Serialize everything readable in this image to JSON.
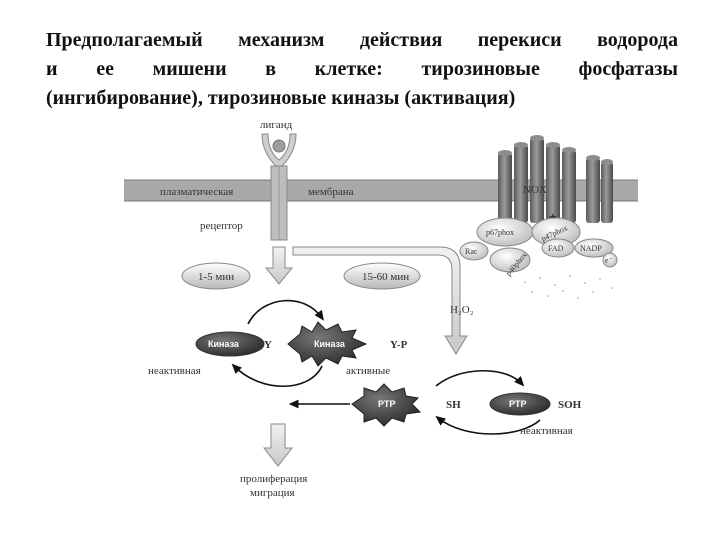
{
  "title": {
    "line1": "Предполагаемый механизм действия перекиси водорода",
    "line2": "и ее мишени в клетке: тирозиновые фосфатазы",
    "line3": "(ингибирование), тирозиновые киназы (активация)"
  },
  "diagram": {
    "ligand": "лиганд",
    "membrane_left": "плазматическая",
    "membrane_right": "мембрана",
    "receptor": "рецептор",
    "time_fast": "1-5 мин",
    "time_slow": "15-60 мин",
    "nox": "NOX",
    "p67": "p67phox",
    "p47": "p47phox",
    "p40": "p40phox",
    "rac": "Rac",
    "fad": "FAD",
    "nadp": "NADP",
    "electron": "e⁻",
    "star": "★",
    "h2o2": "H₂O₂",
    "kinase_inactive": "Киназа",
    "kinase_active": "Киназа",
    "tyr": "Y",
    "tyr_p": "Y-P",
    "inactive_left": "неактивная",
    "active": "активные",
    "ptp_active": "PTP",
    "ptp_inactive": "PTP",
    "sh": "SH",
    "soh": "SOH",
    "inactive_right": "неактивная",
    "outcome_1": "пролиферация",
    "outcome_2": "миграция"
  }
}
